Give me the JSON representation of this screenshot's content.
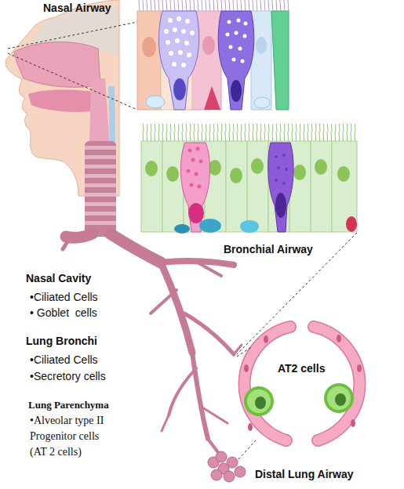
{
  "diagram": {
    "nodes": [
      {
        "text": [
          "Nasal Airway"
        ]
      },
      {
        "text": [
          "Bronchial Airway"
        ]
      },
      {
        "text": [
          "AT2 cells",
          "Distal Lung Airway"
        ]
      }
    ],
    "labels": [
      "Nasal Cavity",
      "•Ciliated Cells",
      "• Goblet  cells",
      "Lung Bronchi",
      "•Ciliated Cells",
      "•Secretory cells",
      "Lung Parenchyma",
      "•Alveolar type II Progenitor cells (AT 2 cells)"
    ]
  }
}
